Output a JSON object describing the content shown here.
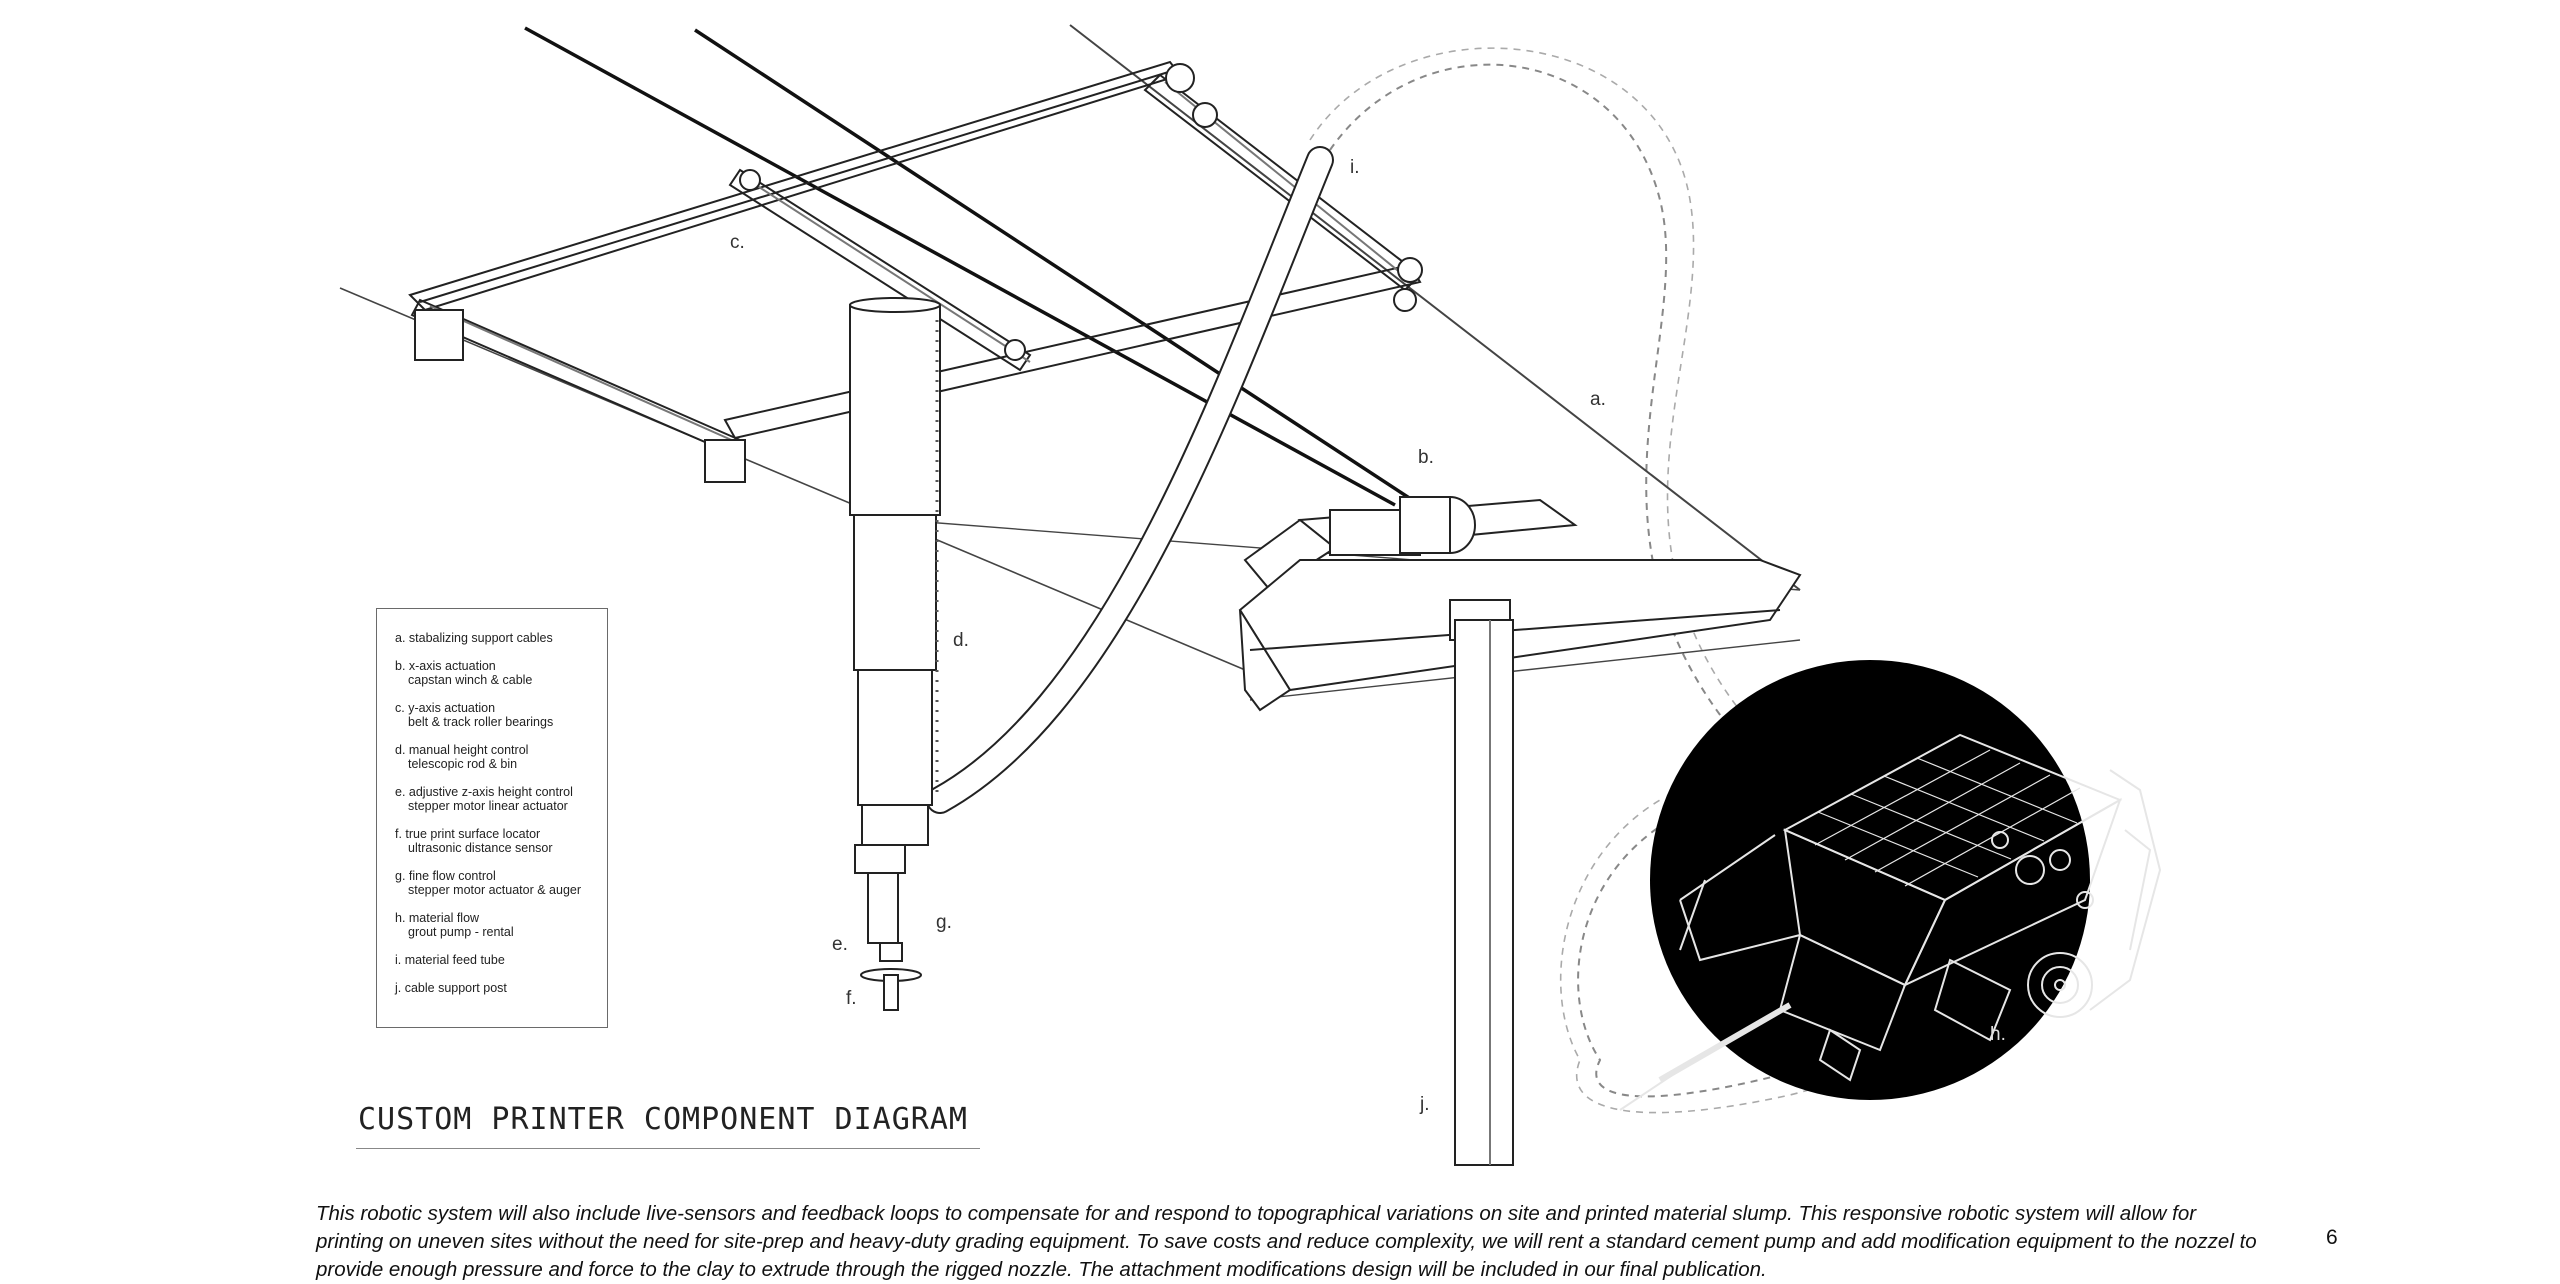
{
  "legend": {
    "items": [
      {
        "label": "a. stabalizing support cables",
        "sub": ""
      },
      {
        "label": "b. x-axis actuation",
        "sub": "capstan winch & cable"
      },
      {
        "label": "c. y-axis actuation",
        "sub": "belt & track roller bearings"
      },
      {
        "label": "d. manual height control",
        "sub": "telescopic rod & bin"
      },
      {
        "label": "e. adjustive z-axis height control",
        "sub": "stepper motor linear actuator"
      },
      {
        "label": "f. true print surface locator",
        "sub": "ultrasonic distance sensor"
      },
      {
        "label": "g. fine flow control",
        "sub": "stepper motor actuator & auger"
      },
      {
        "label": "h. material flow",
        "sub": "grout pump - rental"
      },
      {
        "label": "i. material feed tube",
        "sub": ""
      },
      {
        "label": "j. cable support post",
        "sub": ""
      }
    ]
  },
  "callouts": {
    "a": "a.",
    "b": "b.",
    "c": "c.",
    "d": "d.",
    "e": "e.",
    "f": "f.",
    "g": "g.",
    "h": "h.",
    "i": "i.",
    "j": "j."
  },
  "title": "CUSTOM PRINTER COMPONENT DIAGRAM",
  "caption": "This robotic system will also include live-sensors and feedback loops to compensate for and respond to topographical variations on site and printed material slump. This responsive robotic system will allow for printing on uneven sites without the need for site-prep and heavy-duty grading equipment. To save costs and reduce complexity, we will rent a standard cement pump and add modification equipment to the nozzel to provide enough pressure and force to the clay to extrude through the rigged nozzle. The attachment modifications design will be included in our final publication.",
  "page_number": "6",
  "colors": {
    "ink": "#1a1a1a",
    "inset_background": "#000000",
    "inset_line": "#e6e6e6"
  }
}
